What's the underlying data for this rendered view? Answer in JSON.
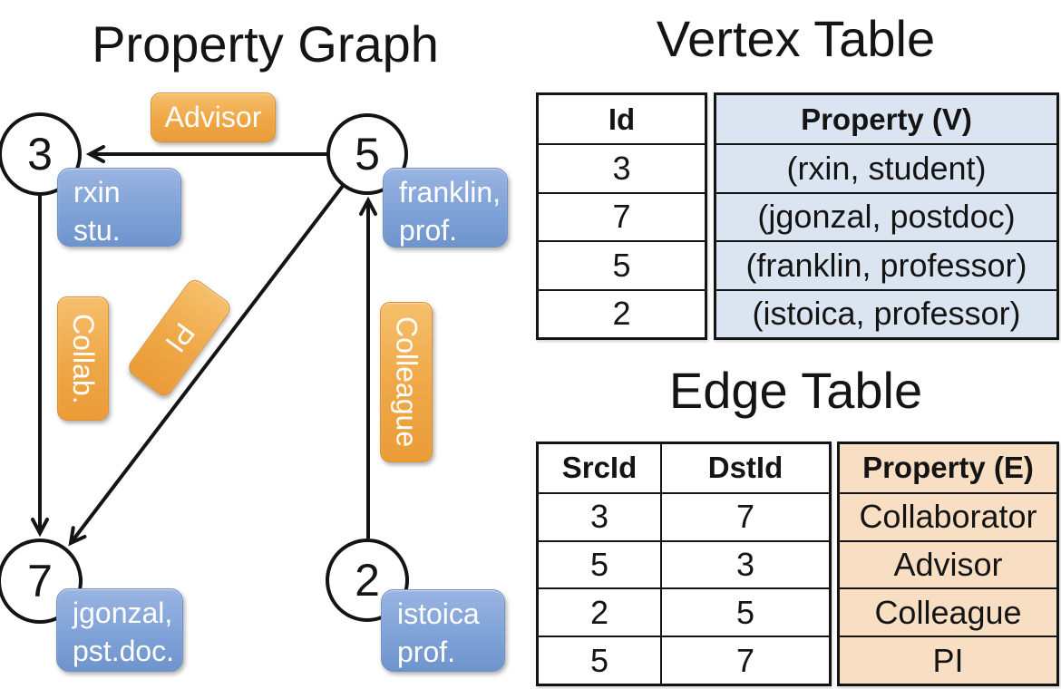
{
  "titles": {
    "graph": "Property Graph",
    "vertex": "Vertex Table",
    "edge": "Edge Table"
  },
  "graph": {
    "nodes": {
      "n3": {
        "id": "3",
        "label1": "rxin",
        "label2": "stu."
      },
      "n5": {
        "id": "5",
        "label1": "franklin,",
        "label2": "prof."
      },
      "n7": {
        "id": "7",
        "label1": "jgonzal,",
        "label2": "pst.doc."
      },
      "n2": {
        "id": "2",
        "label1": "istoica",
        "label2": "prof."
      }
    },
    "edge_labels": {
      "advisor": "Advisor",
      "collab": "Collab.",
      "pi": "PI",
      "colleague": "Colleague"
    },
    "edges": [
      {
        "from": "5",
        "to": "3",
        "label": "Advisor"
      },
      {
        "from": "3",
        "to": "7",
        "label": "Collab."
      },
      {
        "from": "5",
        "to": "7",
        "label": "PI"
      },
      {
        "from": "2",
        "to": "5",
        "label": "Colleague"
      }
    ]
  },
  "vertex_table": {
    "col_id_header": "Id",
    "col_property_header": "Property (V)",
    "rows": [
      {
        "id": "3",
        "property": "(rxin, student)"
      },
      {
        "id": "7",
        "property": "(jgonzal, postdoc)"
      },
      {
        "id": "5",
        "property": "(franklin, professor)"
      },
      {
        "id": "2",
        "property": "(istoica, professor)"
      }
    ]
  },
  "edge_table": {
    "src_header": "SrcId",
    "dst_header": "DstId",
    "property_header": "Property (E)",
    "rows": [
      {
        "src": "3",
        "dst": "7",
        "property": "Collaborator"
      },
      {
        "src": "5",
        "dst": "3",
        "property": "Advisor"
      },
      {
        "src": "2",
        "dst": "5",
        "property": "Colleague"
      },
      {
        "src": "5",
        "dst": "7",
        "property": "PI"
      }
    ]
  },
  "colors": {
    "table_blue": "#dbe5f1",
    "table_tan": "#f8dfc4",
    "vertex_box_blue": "#7fa2d7",
    "edge_label_orange": "#efa746",
    "line_black": "#141414"
  }
}
